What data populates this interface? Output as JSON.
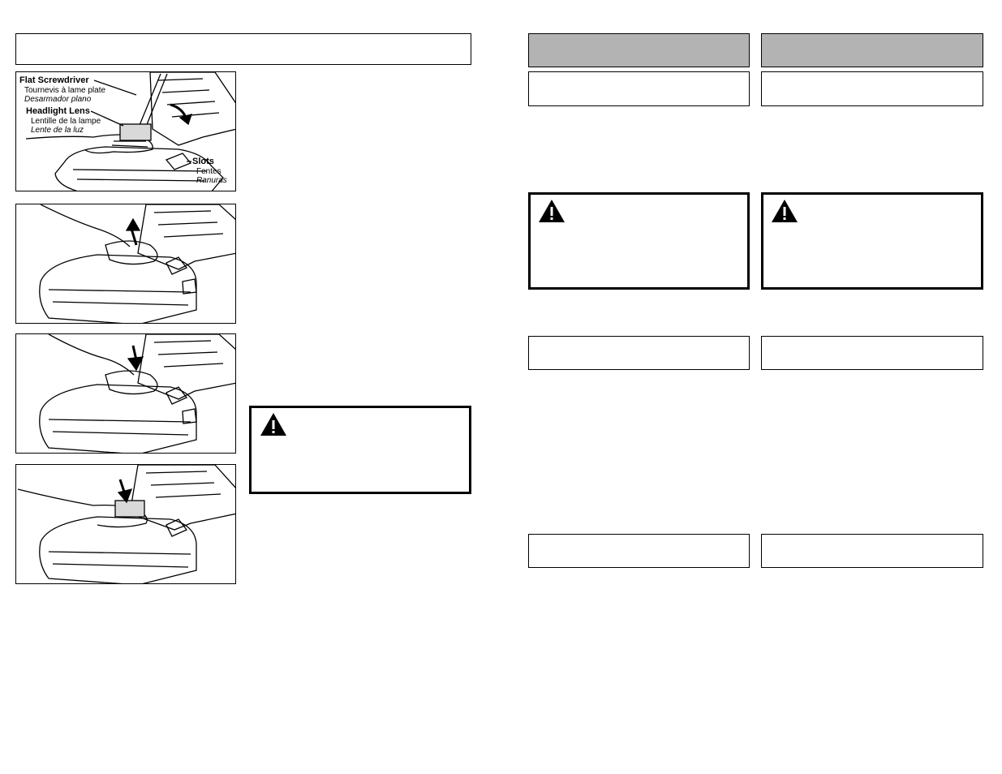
{
  "figure1": {
    "screwdriver": {
      "en": "Flat Screwdriver",
      "fr": "Tournevis à lame plate",
      "es": "Desarmador plano"
    },
    "lens": {
      "en": "Headlight Lens",
      "fr": "Lentille de la lampe",
      "es": "Lente de la luz"
    },
    "slots": {
      "en": "Slots",
      "fr": "Fentes",
      "es": "Ranuras"
    }
  },
  "figures": [
    "figure-1",
    "figure-2",
    "figure-3",
    "figure-4"
  ],
  "warning_icon": "warning-triangle-icon",
  "colors": {
    "header_fill": "#b3b3b3",
    "border": "#000000"
  }
}
